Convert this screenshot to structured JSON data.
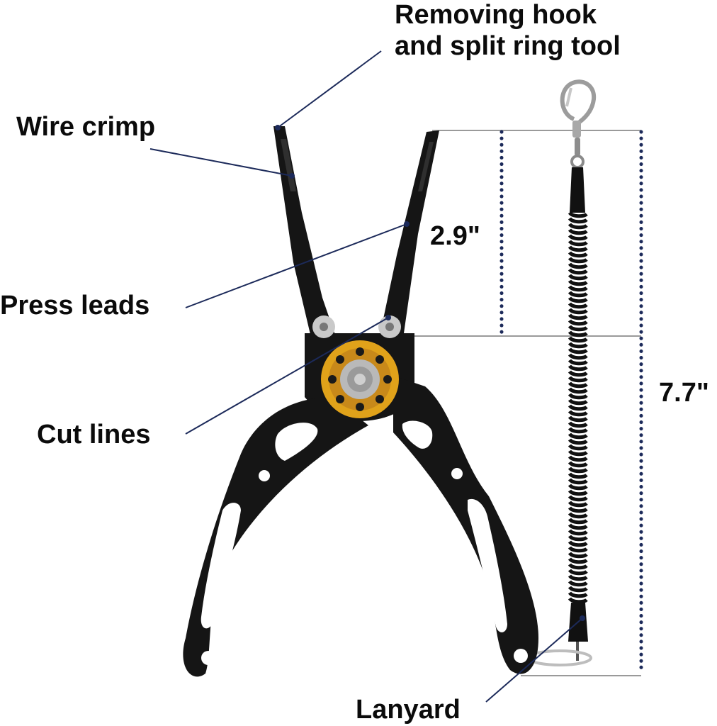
{
  "callouts": {
    "removing_line1": "Removing hook",
    "removing_line2": "and split ring tool",
    "wire_crimp": "Wire crimp",
    "press_leads": "Press leads",
    "cut_lines": "Cut lines",
    "lanyard": "Lanyard"
  },
  "dimensions": {
    "jaw_length": "2.9\"",
    "total_length": "7.7\""
  },
  "colors": {
    "tool_body": "#151515",
    "pivot_ring": "#e0a21a",
    "pivot_cap": "#b9b9b9",
    "leader_line": "#1c2a5a",
    "dimension_dots": "#1c2a5a",
    "dimension_guide": "#9a9a9a",
    "text": "#0b0b0b"
  }
}
